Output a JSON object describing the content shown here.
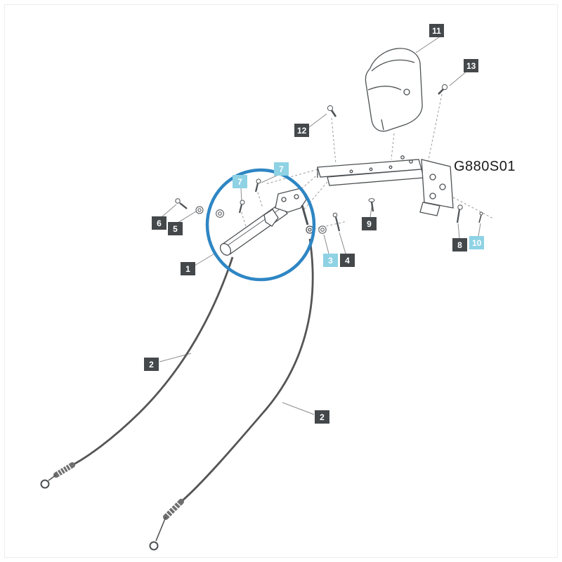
{
  "diagram": {
    "code": "G880S01",
    "colors": {
      "label_bg": "#44484b",
      "label_highlight_bg": "#8ed2e4",
      "label_text": "#ffffff",
      "line": "#4d5154",
      "cable": "#555555",
      "highlight_circle": "#2e86c4"
    },
    "labels": [
      {
        "text": "11",
        "highlight": false
      },
      {
        "text": "13",
        "highlight": false
      },
      {
        "text": "12",
        "highlight": false
      },
      {
        "text": "7",
        "highlight": true
      },
      {
        "text": "7",
        "highlight": true
      },
      {
        "text": "6",
        "highlight": false
      },
      {
        "text": "5",
        "highlight": false
      },
      {
        "text": "9",
        "highlight": false
      },
      {
        "text": "8",
        "highlight": false
      },
      {
        "text": "10",
        "highlight": true
      },
      {
        "text": "1",
        "highlight": false
      },
      {
        "text": "3",
        "highlight": true
      },
      {
        "text": "4",
        "highlight": false
      },
      {
        "text": "2",
        "highlight": false
      },
      {
        "text": "2",
        "highlight": false
      }
    ]
  }
}
